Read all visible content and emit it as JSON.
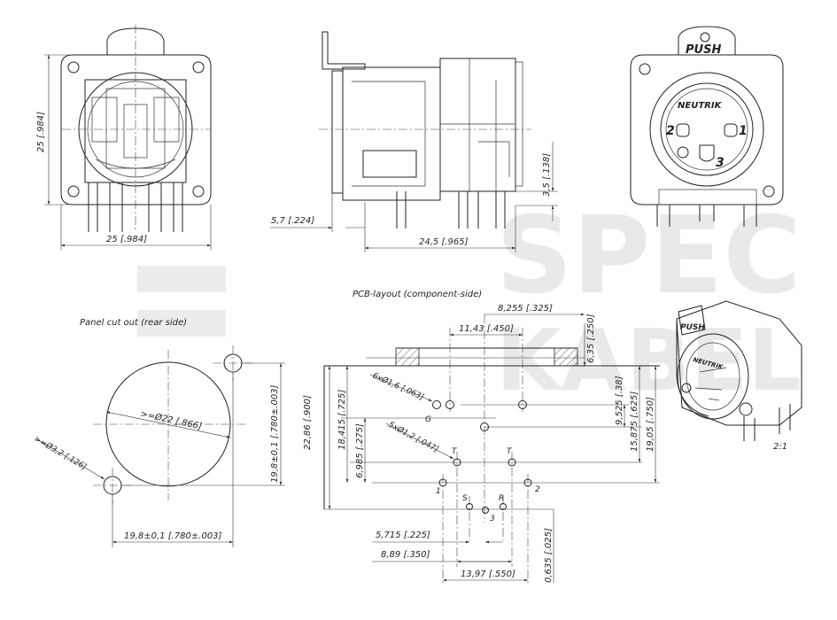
{
  "watermark": {
    "line1": "SPEC",
    "line2": "KABEL"
  },
  "front_view": {
    "height_label": "25 [.984]",
    "width_label": "25 [.984]"
  },
  "side_view": {
    "height_label": "3,5 [.138]",
    "offset_label": "5,7 [.224]",
    "length_label": "24,5 [.965]"
  },
  "face_view": {
    "push_label": "PUSH",
    "brand_label": "NEUTRIK",
    "pin_2": "2",
    "pin_1": "1",
    "pin_3": "3"
  },
  "panel_cutout": {
    "title": "Panel cut out (rear side)",
    "diameter_label": ">=Ø22 [.866]",
    "hole_label": ">=Ø3,2 [.126]",
    "vertical_label": "19,8±0,1 [.780±.003]",
    "horizontal_label": "19,8±0,1 [.780±.003]"
  },
  "pcb_layout": {
    "title": "PCB-layout (component-side)",
    "labels": {
      "d_8255": "8,255 [.325]",
      "d_1143": "11,43 [.450]",
      "d_635": "6,35 [.250]",
      "d_2286": "22,86 [.900]",
      "d_18415": "18,415 [.725]",
      "d_6985": "6,985 [.275]",
      "holes_6": "6xØ1,6 [.063]",
      "holes_5": "5xØ1,2 [.047]",
      "d_9525": "9,525 [.38]",
      "d_15875": "15,875 [.625]",
      "d_1905": "19,05 [.750]",
      "d_5715": "5,715 [.225]",
      "d_889": "8,89 [.350]",
      "d_1397": "13,97 [.550]",
      "d_0635": "0,635 [.025]"
    },
    "pins": {
      "g": "G",
      "t1": "T",
      "t2": "T",
      "p1": "1",
      "p2": "2",
      "s": "S",
      "r": "R",
      "p3": "3"
    }
  },
  "iso_view": {
    "push_label": "PUSH",
    "brand_label": "NEUTRIK",
    "scale_label": "2:1"
  }
}
